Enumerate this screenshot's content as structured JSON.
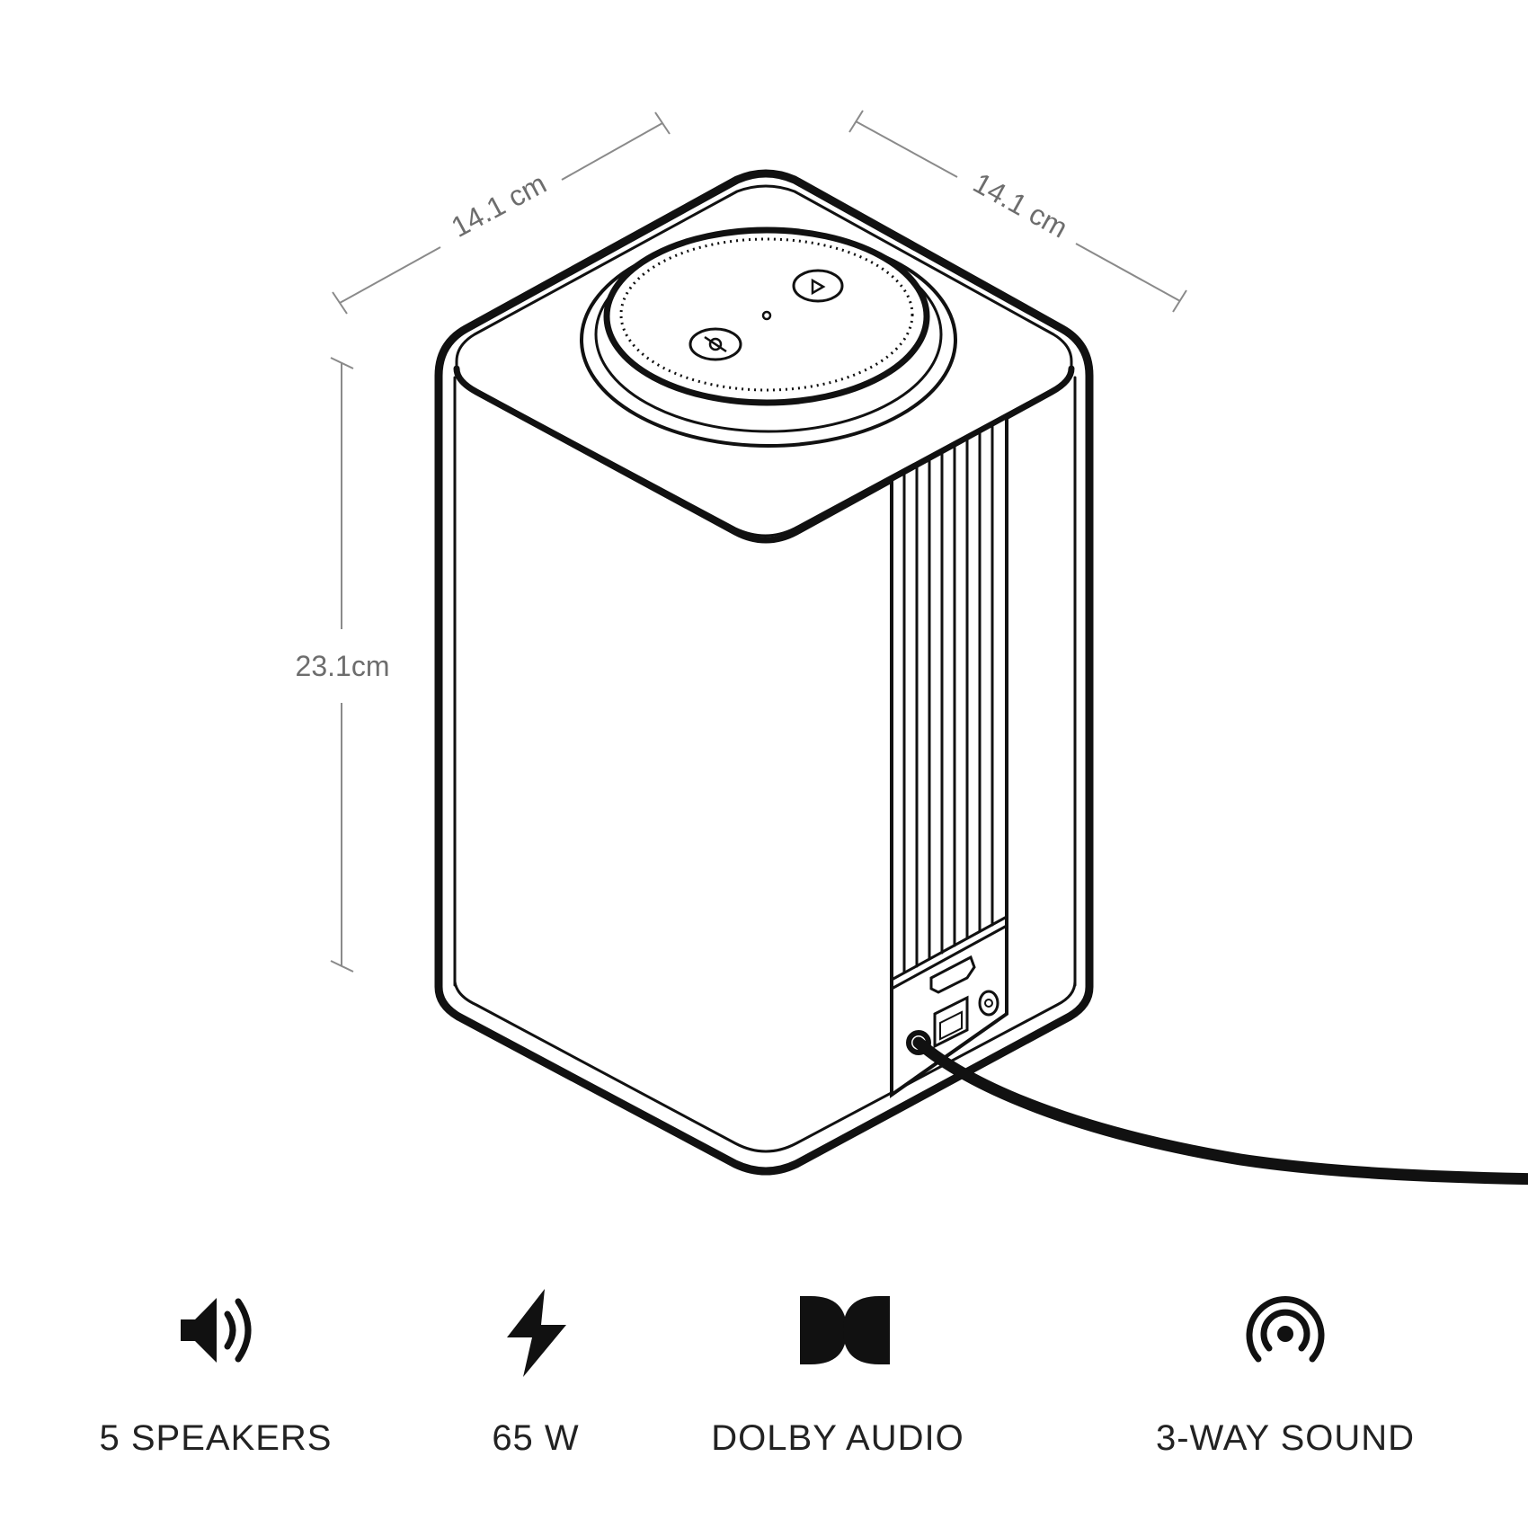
{
  "dimensions": {
    "width_left": "14.1 cm",
    "width_right": "14.1 cm",
    "height": "23.1cm"
  },
  "features": [
    {
      "icon": "speaker-volume-icon",
      "label": "5 SPEAKERS"
    },
    {
      "icon": "lightning-bolt-icon",
      "label": "65 W"
    },
    {
      "icon": "dolby-logo-icon",
      "label": "DOLBY AUDIO"
    },
    {
      "icon": "broadcast-signal-icon",
      "label": "3-WAY SOUND"
    }
  ],
  "colors": {
    "line": "#111111",
    "dimension": "#8a8a8a",
    "text": "#222222"
  }
}
